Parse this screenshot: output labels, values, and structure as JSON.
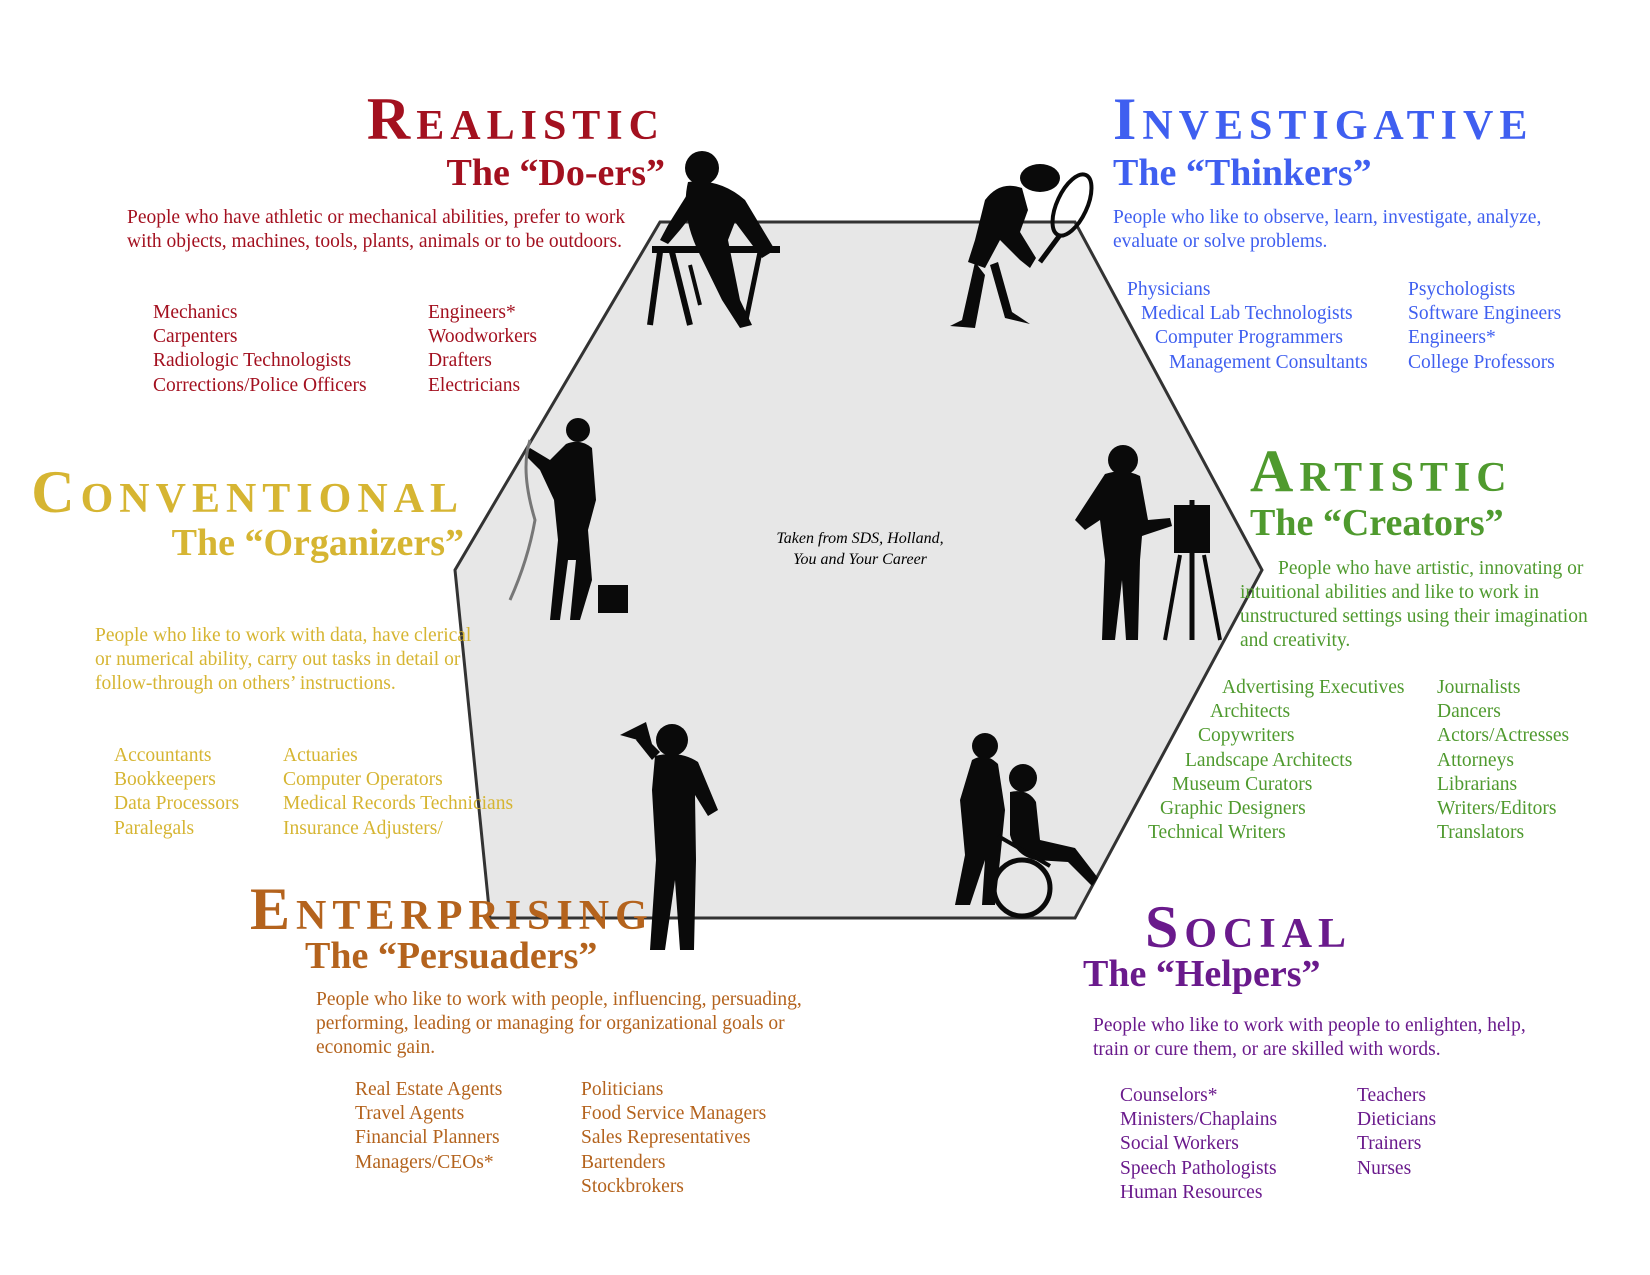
{
  "credit": {
    "line1": "Taken from SDS, Holland,",
    "line2": "You and Your Career"
  },
  "colors": {
    "realistic": "#a3101f",
    "investigative": "#3f5ff0",
    "artistic": "#4f9a2e",
    "social": "#6a1a8c",
    "enterprising": "#b4631d",
    "conventional": "#d6b532",
    "hexagon_fill": "#e7e7e7",
    "hexagon_stroke": "#333333"
  },
  "realistic": {
    "title": "Realistic",
    "nickname": "The “Do-ers”",
    "description": "People who have athletic or mechanical abilities, prefer to work with objects, machines, tools, plants, animals or to be outdoors.",
    "icon": "carpenter-silhouette-icon",
    "col1": [
      "Mechanics",
      "Carpenters",
      "Radiologic Technologists",
      "Corrections/Police Officers"
    ],
    "col2": [
      "Engineers*",
      "Woodworkers",
      "Drafters",
      "Electricians"
    ]
  },
  "investigative": {
    "title": "Investigative",
    "nickname": "The “Thinkers”",
    "description": "People who like to observe, learn, investigate, analyze, evaluate or solve problems.",
    "icon": "detective-magnifier-silhouette-icon",
    "col1": [
      "Physicians",
      "Medical Lab Technologists",
      "Computer Programmers",
      "Management Consultants"
    ],
    "col2": [
      "Psychologists",
      "Software Engineers",
      "Engineers*",
      "College Professors"
    ]
  },
  "artistic": {
    "title": "Artistic",
    "nickname": "The “Creators”",
    "description": "People who have artistic, innovating or intuitional abilities and like to work in unstructured settings using their imagination and creativity.",
    "icon": "painter-easel-silhouette-icon",
    "col1": [
      "Advertising Executives",
      "Architects",
      "Copywriters",
      "Landscape Architects",
      "Museum Curators",
      "Graphic Designers",
      "Technical Writers"
    ],
    "col2": [
      "Journalists",
      "Dancers",
      "Actors/Actresses",
      "Attorneys",
      "Librarians",
      "Writers/Editors",
      "Translators"
    ]
  },
  "social": {
    "title": "Social",
    "nickname": "The “Helpers”",
    "description": "People who like to work with people to enlighten, help, train or cure them, or are skilled with words.",
    "icon": "wheelchair-helper-silhouette-icon",
    "col1": [
      "Counselors*",
      "Ministers/Chaplains",
      "Social Workers",
      "Speech Pathologists",
      "Human Resources"
    ],
    "col2": [
      "Teachers",
      "Dieticians",
      "Trainers",
      "Nurses"
    ]
  },
  "enterprising": {
    "title": "Enterprising",
    "nickname": "The “Persuaders”",
    "description": "People who like to work with people, influencing, persuading, performing, leading or managing for organizational goals or economic gain.",
    "icon": "megaphone-speaker-silhouette-icon",
    "col1": [
      "Real Estate Agents",
      "Travel Agents",
      "Financial Planners",
      "Managers/CEOs*"
    ],
    "col2": [
      "Politicians",
      "Food Service Managers",
      "Sales Representatives",
      "Bartenders",
      "Stockbrokers"
    ]
  },
  "conventional": {
    "title": "Conventional",
    "nickname": "The “Organizers”",
    "description": "People who like to work with data, have clerical or numerical ability, carry out tasks in detail or follow-through on others’ instructions.",
    "icon": "office-worker-paper-silhouette-icon",
    "col1": [
      "Accountants",
      "Bookkeepers",
      "Data Processors",
      "Paralegals"
    ],
    "col2": [
      "Actuaries",
      "Computer Operators",
      "Medical Records Technicians",
      "Insurance Adjusters/"
    ]
  }
}
